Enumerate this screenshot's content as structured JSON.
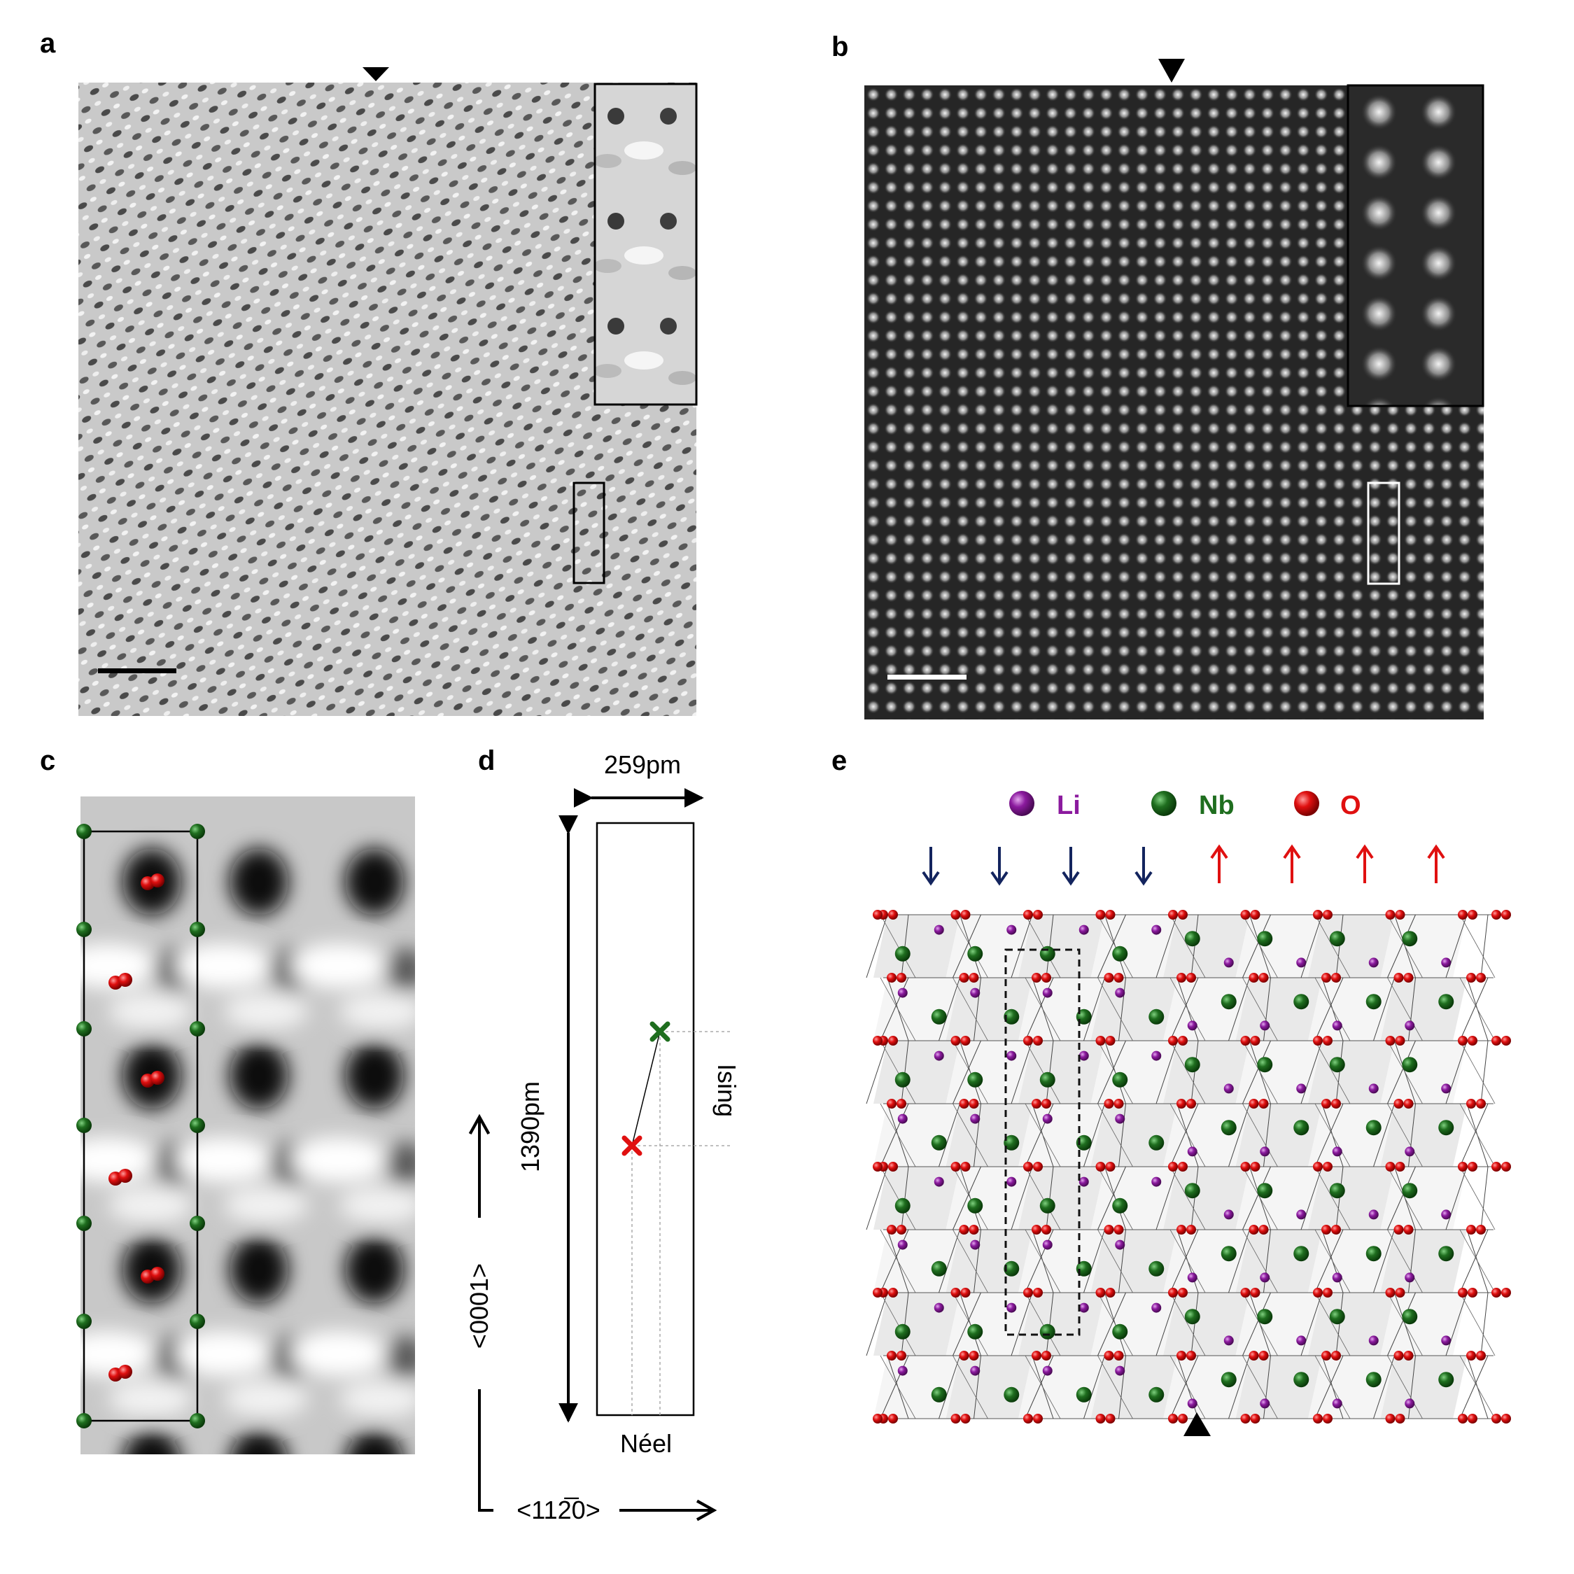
{
  "panels": {
    "a": {
      "letter": "a"
    },
    "b": {
      "letter": "b"
    },
    "c": {
      "letter": "c"
    },
    "d": {
      "letter": "d",
      "width_label": "259pm",
      "height_label": "1390pm",
      "ising_label": "Ising",
      "neel_label": "Néel",
      "axis_c_label": "<0001>",
      "axis_a_label": "<112̅0>"
    },
    "e": {
      "letter": "e",
      "legend": [
        {
          "label": "Li",
          "color": "#8b1a9e"
        },
        {
          "label": "Nb",
          "color": "#1f6e1f"
        },
        {
          "label": "O",
          "color": "#e01010"
        }
      ],
      "polarization": [
        "down",
        "down",
        "down",
        "down",
        "up",
        "up",
        "up",
        "up"
      ]
    }
  },
  "colors": {
    "li": "#8b1a9e",
    "nb": "#1f6e1f",
    "o": "#e01010",
    "down_arrow": "#13245e",
    "up_arrow": "#e01010"
  }
}
